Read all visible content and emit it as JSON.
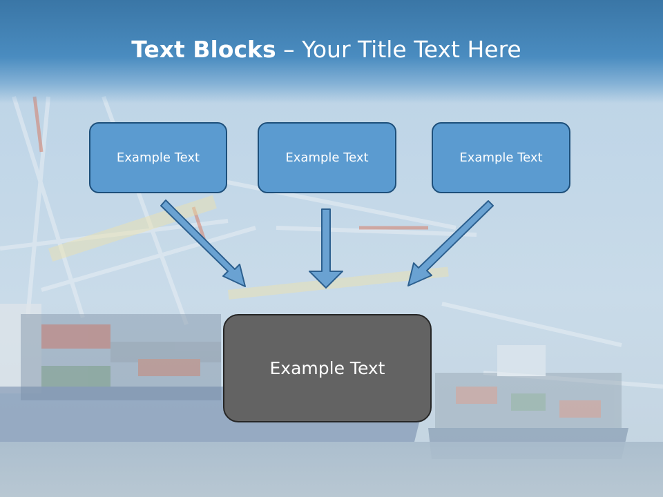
{
  "slide": {
    "title_bold": "Text Blocks",
    "title_sep": " – ",
    "title_rest": "Your Title Text Here"
  },
  "blocks": {
    "top": [
      "Example Text",
      "Example Text",
      "Example Text"
    ],
    "main": "Example Text"
  },
  "colors": {
    "header": "#3a76a6",
    "top_box_fill": "#5b9bd0",
    "top_box_border": "#1d4f7a",
    "main_box_fill": "#636363",
    "arrow_fill": "#6aa2d2",
    "arrow_stroke": "#2c5f8e"
  }
}
